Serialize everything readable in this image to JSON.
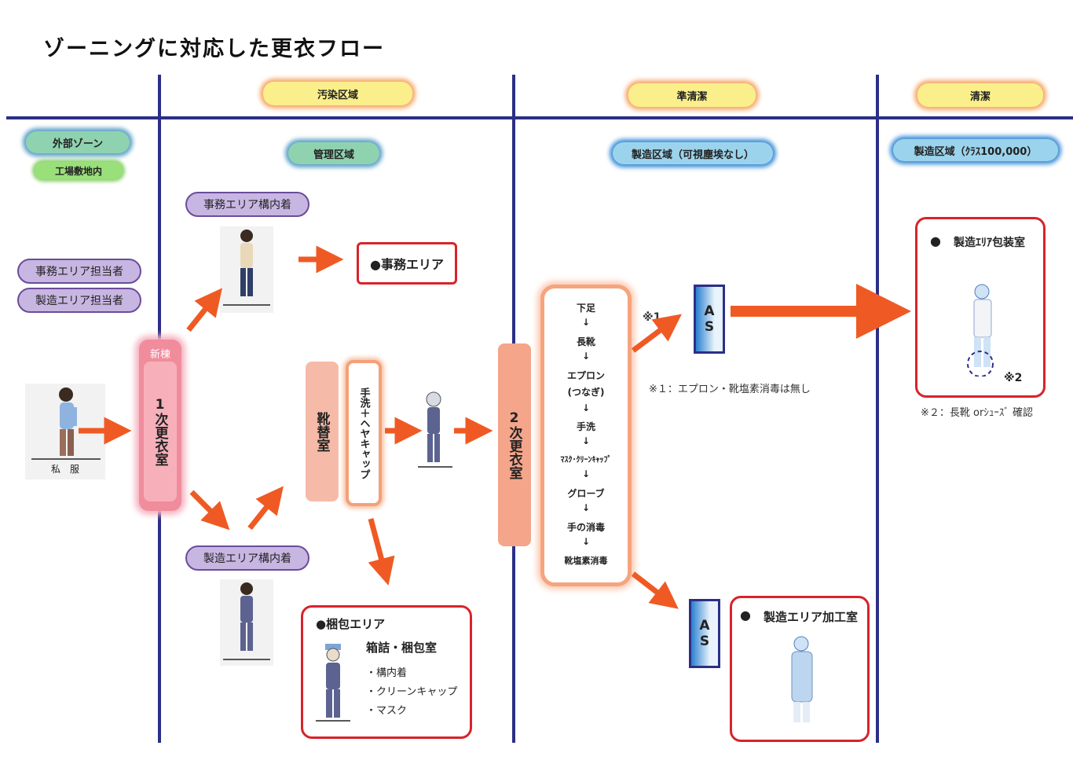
{
  "title": "ゾーニングに対応した更衣フロー",
  "zones": {
    "contaminated": "汚染区域",
    "semi_clean": "準清潔",
    "clean": "清潔",
    "external": "外部ゾーン",
    "factory": "工場敷地内",
    "managed": "管理区域",
    "mfg_no_dust": "製造区域（可視塵埃なし）",
    "mfg_class": "製造区域（ｸﾗｽ100,000）"
  },
  "roles": {
    "office_staff": "事務エリア担当者",
    "mfg_staff": "製造エリア担当者"
  },
  "street_clothes": "私　服",
  "first_room": {
    "badge": "新棟",
    "label": "1次更衣室"
  },
  "office_wear": "事務エリア構内着",
  "mfg_wear": "製造エリア構内着",
  "office_area": "●事務エリア",
  "shoe_room": "靴替室",
  "handwash": "手洗＋ヘヤキャップ",
  "second_room": "2次更衣室",
  "flow_steps": [
    "下足",
    "長靴",
    "エプロン",
    "(つなぎ)",
    "手洗",
    "ﾏｽｸ･ｸﾘｰﾝｷｬｯﾌﾟ",
    "グローブ",
    "手の消毒",
    "靴塩素消毒"
  ],
  "flow_arrow": "↓",
  "as_label": [
    "A",
    "S"
  ],
  "note1_mark": "※1",
  "note1": "※１：エプロン・靴塩素消毒は無し",
  "packing": {
    "title": "●梱包エリア",
    "sub": "箱詰・梱包室",
    "items": [
      "・構内着",
      "・クリーンキャップ",
      "・マスク"
    ]
  },
  "pack_room": {
    "bullet": "●",
    "label": "製造ｴﾘｱ包装室",
    "mark": "※2"
  },
  "note2": "※２：長靴 orｼｭｰｽﾞ 確認",
  "process_room": {
    "bullet": "●",
    "label": "製造エリア加工室"
  },
  "colors": {
    "arrow": "#ef5a24",
    "line": "#2c2f86",
    "red_border": "#d8232a",
    "pink_room": "#f59aa6",
    "salmon": "#f4a58a"
  }
}
